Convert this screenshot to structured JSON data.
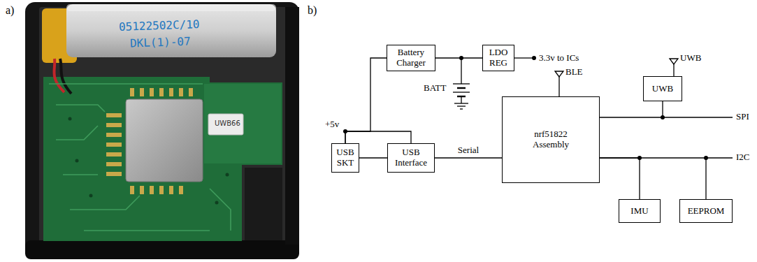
{
  "diagram": {
    "nodes": [
      {
        "text": [
          "Battery Charger"
        ]
      },
      {
        "text": [
          "LDO REG"
        ]
      },
      {
        "text": [
          "UWB"
        ]
      },
      {
        "text": [
          "nrf51822 Assembly"
        ]
      },
      {
        "text": [
          "USB SKT"
        ]
      },
      {
        "text": [
          "USB Interface"
        ]
      },
      {
        "text": [
          "IMU"
        ]
      },
      {
        "text": [
          "EEPROM"
        ]
      }
    ],
    "edges": [
      {
        "from": 0,
        "to": 1,
        "arrow": "none"
      },
      {
        "from": 4,
        "to": 0,
        "arrow": "none"
      },
      {
        "from": 4,
        "to": 5,
        "arrow": "none"
      },
      {
        "from": 4,
        "to": 5,
        "arrow": "none"
      },
      {
        "from": 5,
        "to": 3,
        "label": "Serial",
        "arrow": "none"
      },
      {
        "from": 3,
        "to": 2,
        "arrow": "none"
      },
      {
        "from": 3,
        "to": 6,
        "arrow": "none"
      },
      {
        "from": 3,
        "to": 7,
        "arrow": "none"
      }
    ],
    "labels": [
      "a)",
      "b)",
      "05122502C/10",
      "DKL(1)-07",
      "UWB66",
      "3.3v to ICs",
      "BATT",
      "BLE",
      "UWB",
      "+5v",
      "SPI",
      "I2C"
    ]
  }
}
